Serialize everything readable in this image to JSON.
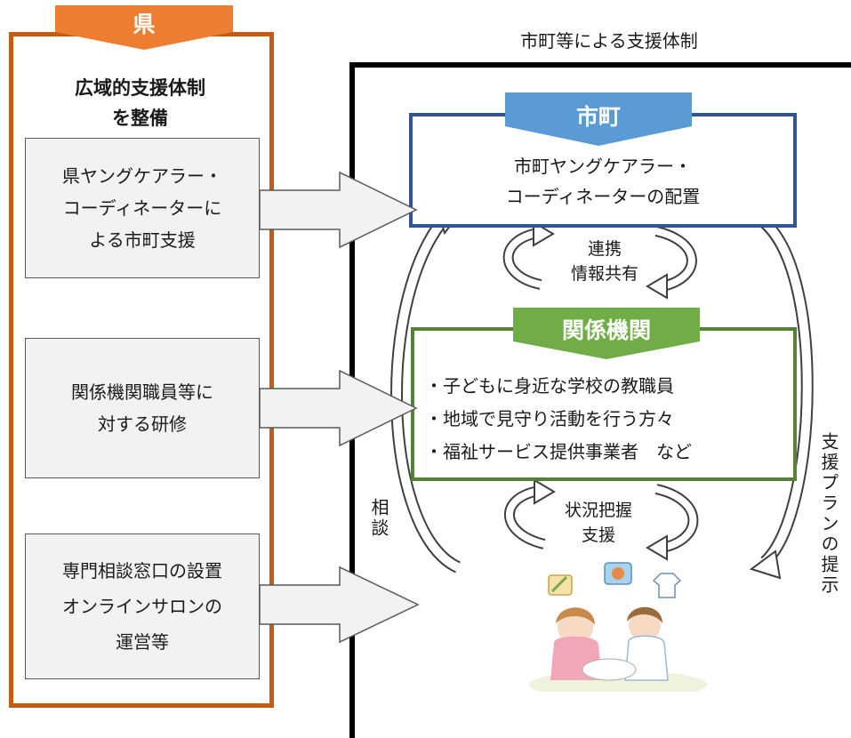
{
  "prefecture": {
    "tab_label": "県",
    "heading_lines": [
      "広域的支援体制",
      "を整備"
    ],
    "boxes": [
      {
        "lines": [
          "県ヤングケアラー・",
          "コーディネーターに",
          "よる市町支援"
        ]
      },
      {
        "lines": [
          "関係機関職員等に",
          "対する研修"
        ]
      },
      {
        "lines": [
          "専門相談窓口の設置",
          "オンラインサロンの",
          "運営等"
        ]
      }
    ]
  },
  "municipal_system": {
    "title": "市町等による支援体制",
    "city": {
      "tab_label": "市町",
      "lines": [
        "市町ヤングケアラー・",
        "コーディネーターの配置"
      ]
    },
    "link_label_lines": [
      "連携",
      "情報共有"
    ],
    "organizations": {
      "tab_label": "関係機関",
      "items": [
        "・子どもに身近な学校の教職員",
        "・地域で見守り活動を行う方々",
        "・福祉サービス提供事業者　など"
      ]
    },
    "situation_label_lines": [
      "状況把握",
      "支援"
    ],
    "consultation_label": "相談",
    "support_plan_label": "支援プランの提示"
  },
  "colors": {
    "prefecture_accent": "#c55a11",
    "prefecture_tab": "#ed7d31",
    "city_border": "#2f5597",
    "city_tab": "#5b9bd5",
    "org_border": "#548235",
    "org_tab": "#70ad47"
  },
  "icons": [
    "arrow-right-icon",
    "cycle-arrow-icon",
    "curved-arrow-icon",
    "child-illustration-icon",
    "chores-icon"
  ]
}
